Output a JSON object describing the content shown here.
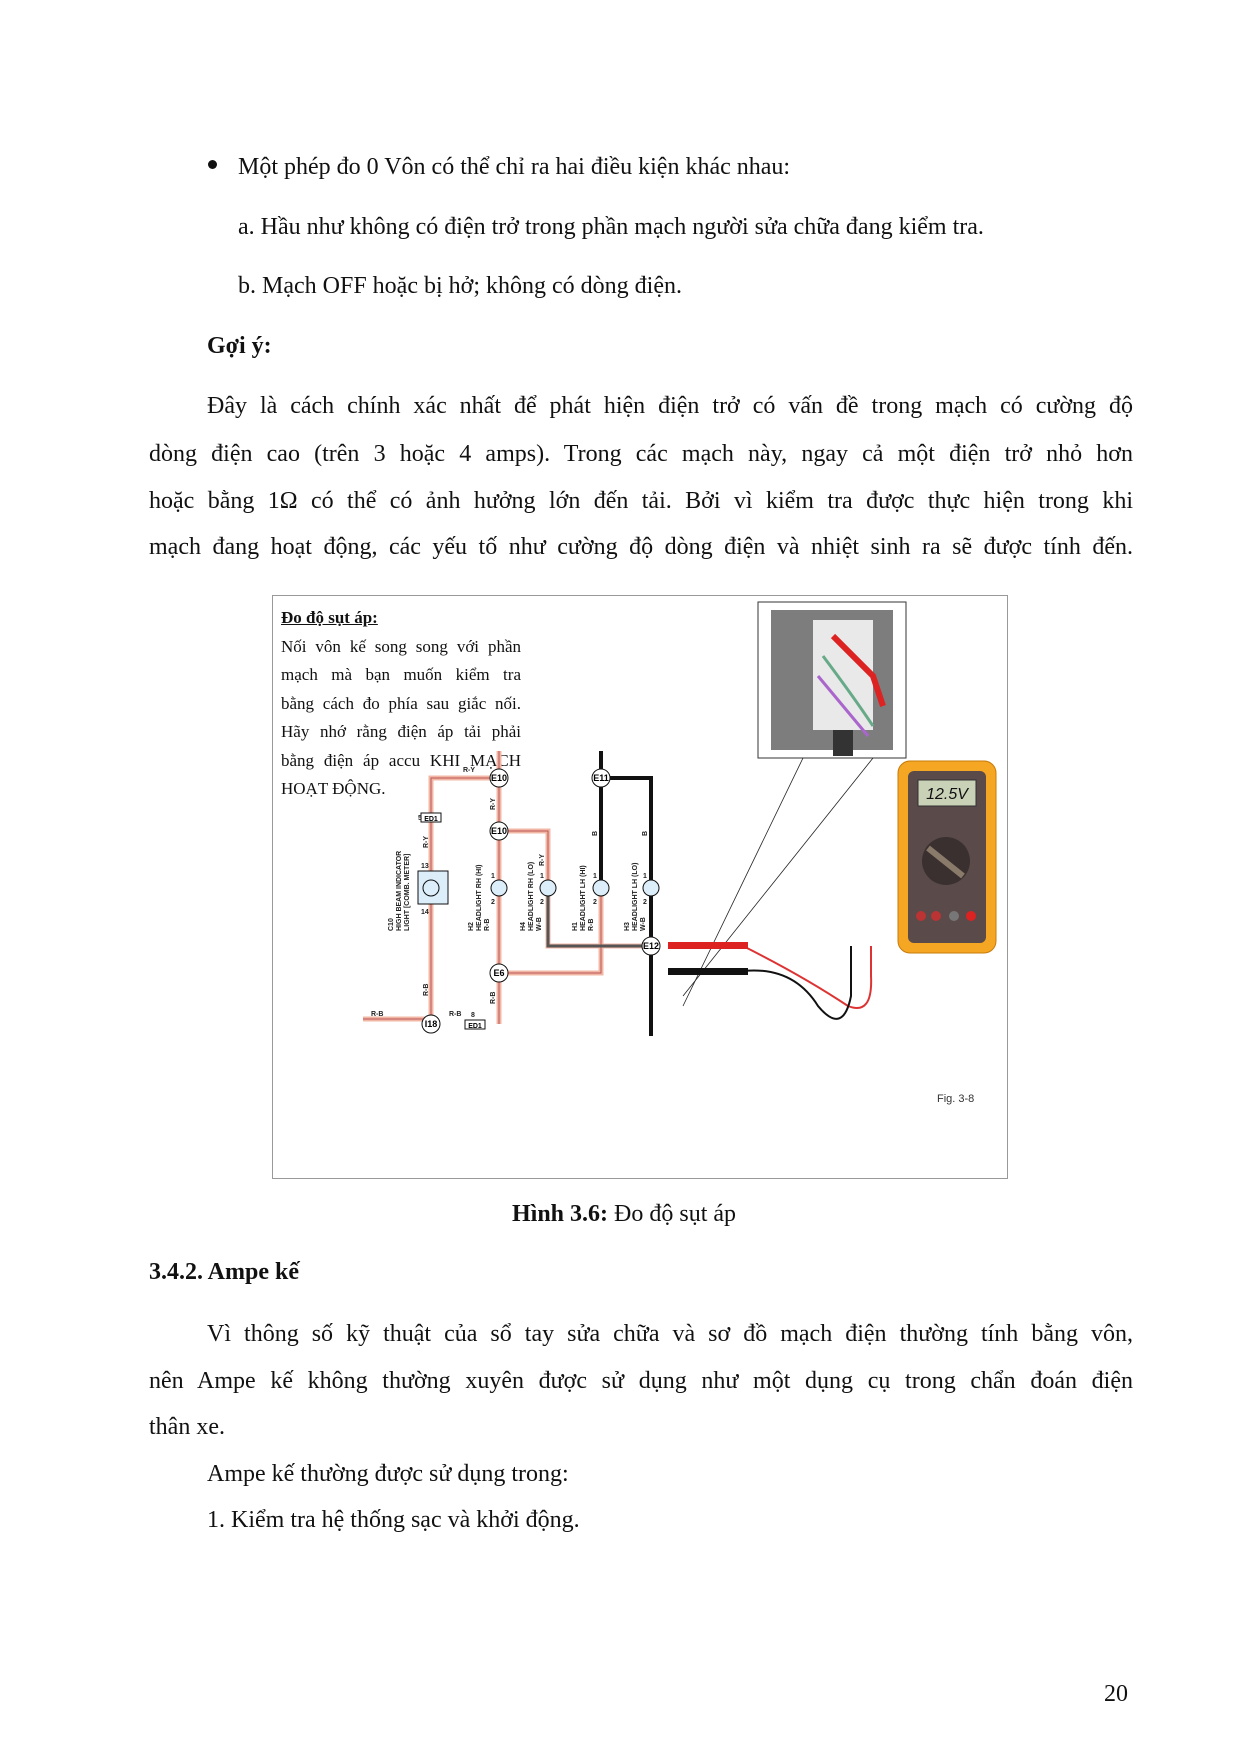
{
  "bullet_text": "Một phép đo 0 Vôn có thể chỉ ra hai điều kiện khác nhau:",
  "items": [
    "a. Hầu như không có điện trở trong phần mạch người sửa chữa đang kiểm tra.",
    "b. Mạch OFF hoặc bị hở; không có dòng điện."
  ],
  "hint_title": "Gợi ý:",
  "hint_lines": [
    "Đây là cách chính xác nhất để phát hiện điện trở có vấn đề trong mạch có cường độ",
    "dòng điện cao (trên 3 hoặc 4 amps). Trong các mạch này, ngay cả một điện trở nhỏ hơn",
    "hoặc bằng 1Ω có thể có ảnh hưởng lớn đến tải. Bởi vì kiểm tra được thực hiện trong khi",
    "mạch đang hoạt động, các yếu tố như cường độ dòng điện và nhiệt sinh ra sẽ được tính đến."
  ],
  "figure": {
    "title": "Đo độ sụt áp:",
    "lines": [
      "Nối vôn kế song song với phần",
      "mạch mà  bạn muốn kiểm  tra",
      "bằng cách đo phía sau giắc nối.",
      "Hãy nhớ rằng điện áp tải phải",
      "bằng điện áp accu KHI MẠCH",
      "HOẠT ĐỘNG."
    ],
    "meter_reading": "12.5V",
    "fig_label": "Fig. 3-8",
    "connectors": [
      "E10",
      "E10",
      "E11",
      "E12",
      "E6",
      "I18",
      "ED1",
      "ED1"
    ],
    "components": [
      {
        "id": "C10",
        "name": "HIGH BEAM INDICATOR",
        "name2": "LIGHT [COMB. METER]"
      },
      {
        "id": "H2",
        "name": "HEADLIGHT RH (HI)",
        "wire": "R-B"
      },
      {
        "id": "H4",
        "name": "HEADLIGHT RH (LO)",
        "wire": "W-B"
      },
      {
        "id": "H1",
        "name": "HEADLIGHT LH (HI)",
        "wire": "R-B"
      },
      {
        "id": "H3",
        "name": "HEADLIGHT LH (LO)",
        "wire": "W-B"
      }
    ],
    "wire_labels": {
      "ry": "R-Y",
      "rb": "R-B",
      "b": "B"
    },
    "pins": {
      "p1": "1",
      "p2": "2",
      "p5": "5",
      "p8": "8",
      "p13": "13",
      "p14": "14"
    },
    "caption_bold": "Hình 3.6:",
    "caption": " Đo độ sụt áp"
  },
  "section_heading": "3.4.2.  Ampe kế",
  "para_lines": [
    "Vì thông số kỹ thuật của sổ tay sửa chữa và sơ đồ mạch điện thường tính bằng vôn,",
    "nên Ampe kế không thường xuyên được sử dụng như một dụng cụ trong chẩn đoán điện"
  ],
  "para_last": "thân xe.",
  "usage_intro": "Ampe kế thường được sử dụng trong:",
  "usage_item": "1. Kiểm tra hệ thống sạc và khởi động.",
  "page_number": "20"
}
